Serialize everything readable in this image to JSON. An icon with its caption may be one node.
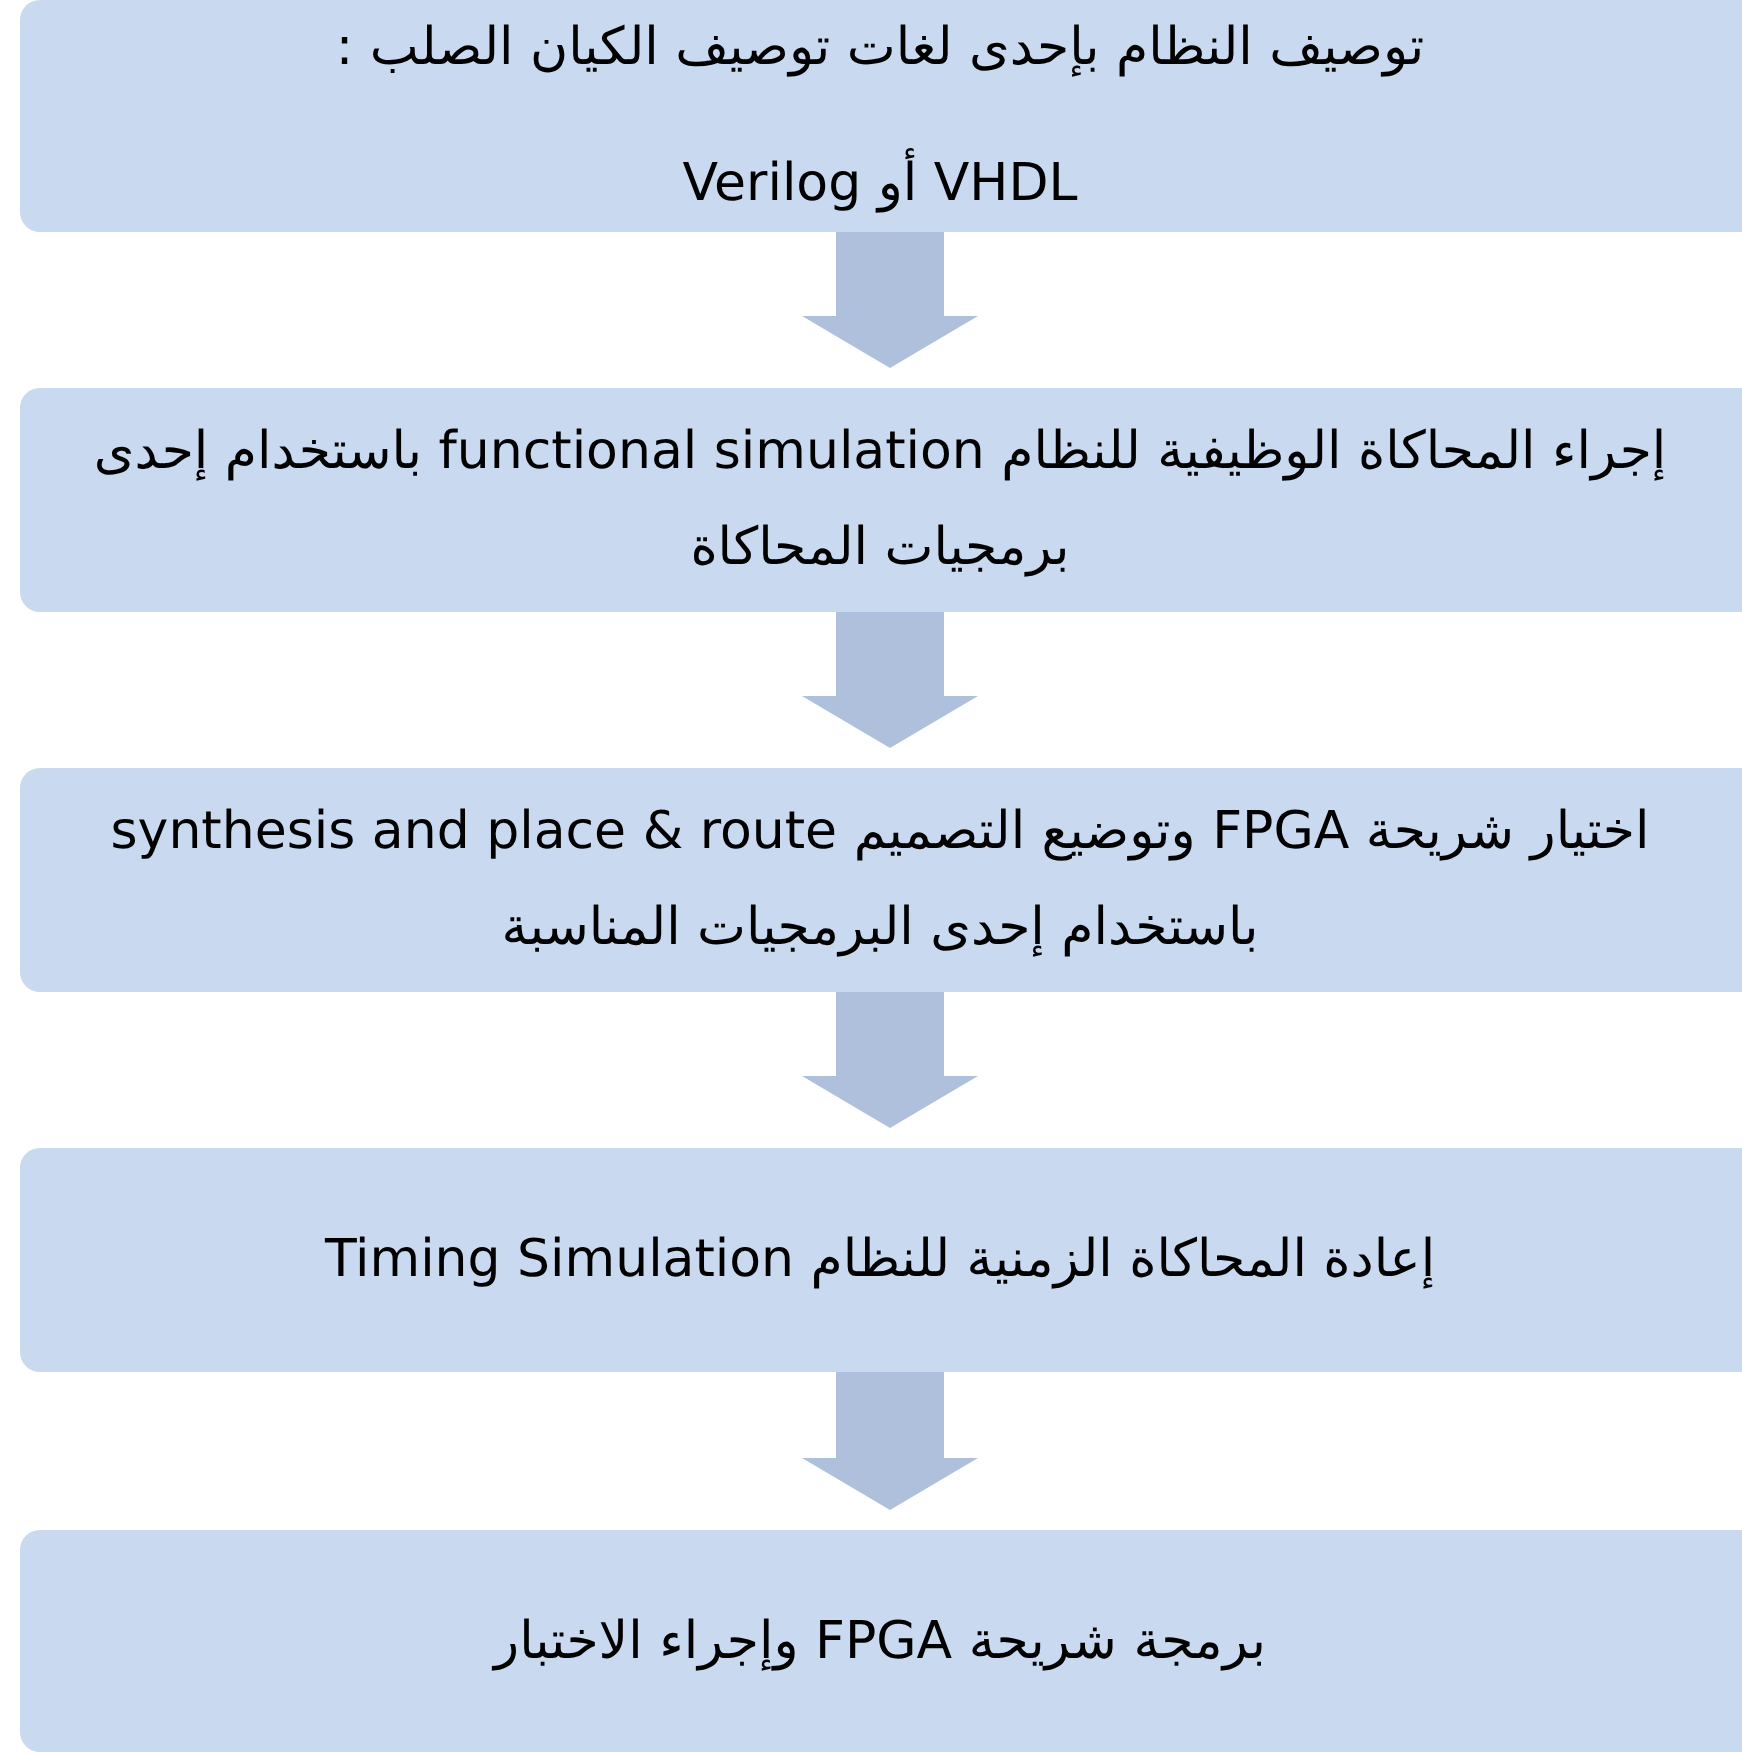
{
  "diagram": {
    "nodes": [
      {
        "text": [
          "توصيف النظام بإحدى لغات توصيف الكيان الصلب :",
          "VHDL أو Verilog"
        ]
      },
      {
        "text": [
          "إجراء المحاكاة الوظيفية للنظام functional simulation باستخدام إحدى برمجيات المحاكاة"
        ]
      },
      {
        "text": [
          "اختيار شريحة FPGA وتوضيع التصميم synthesis and place & route باستخدام إحدى البرمجيات المناسبة"
        ]
      },
      {
        "text": [
          "إعادة المحاكاة الزمنية للنظام Timing Simulation"
        ]
      },
      {
        "text": [
          "برمجة شريحة FPGA وإجراء الاختبار"
        ]
      }
    ],
    "edges": [
      {
        "from": 0,
        "to": 1,
        "arrow": "to"
      },
      {
        "from": 1,
        "to": 2,
        "arrow": "to"
      },
      {
        "from": 2,
        "to": 3,
        "arrow": "to"
      },
      {
        "from": 3,
        "to": 4,
        "arrow": "to"
      }
    ]
  }
}
